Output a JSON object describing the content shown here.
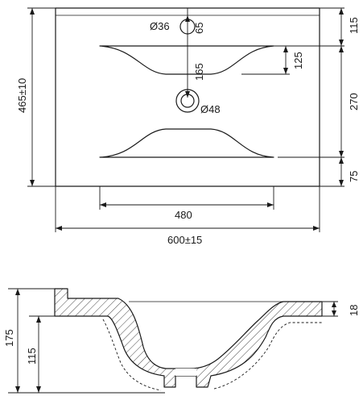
{
  "top_view": {
    "dim_top_offset": "115",
    "dim_basin_length": "270",
    "dim_bottom_offset": "75",
    "dim_height": "465±10",
    "dim_inner_width": "480",
    "dim_outer_width": "600±15",
    "tap_hole": "Ø36",
    "tap_offset": "65",
    "drain_distance": "165",
    "basin_depth_mark": "125",
    "drain_hole": "Ø48"
  },
  "side_view": {
    "dim_total_height": "175",
    "dim_body_height": "115",
    "dim_rim": "18"
  }
}
